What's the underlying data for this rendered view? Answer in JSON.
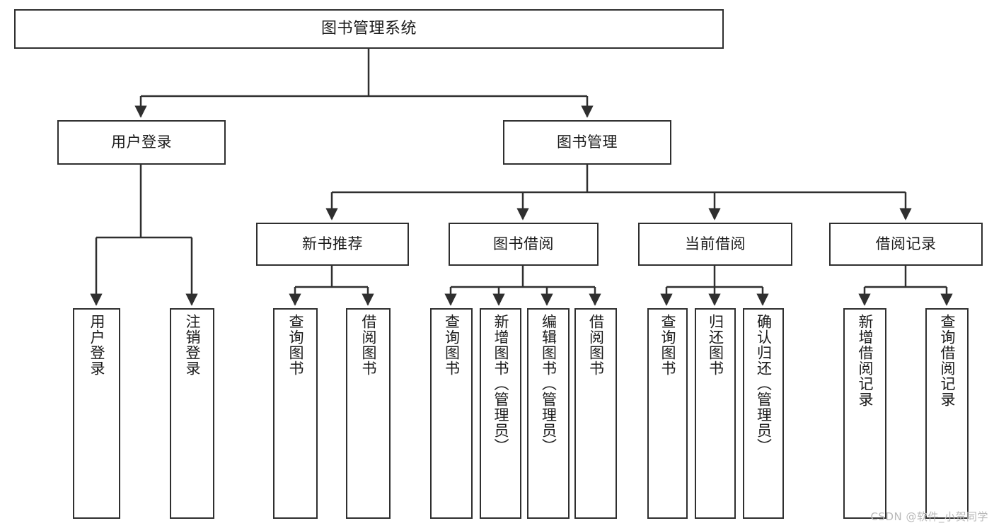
{
  "diagram": {
    "title": "图书管理系统",
    "watermark": "CSDN @软件_小贺同学",
    "root": {
      "label": "图书管理系统"
    },
    "level1": [
      {
        "label": "用户登录"
      },
      {
        "label": "图书管理"
      }
    ],
    "level2": [
      {
        "label": "新书推荐"
      },
      {
        "label": "图书借阅"
      },
      {
        "label": "当前借阅"
      },
      {
        "label": "借阅记录"
      }
    ],
    "leaves": {
      "user_login": [
        {
          "label": "用户登录"
        },
        {
          "label": "注销登录"
        }
      ],
      "new_book_recommend": [
        {
          "label": "查询图书"
        },
        {
          "label": "借阅图书"
        }
      ],
      "book_borrow": [
        {
          "label": "查询图书"
        },
        {
          "label": "新增图书（管理员）"
        },
        {
          "label": "编辑图书（管理员）"
        },
        {
          "label": "借阅图书"
        }
      ],
      "current_borrow": [
        {
          "label": "查询图书"
        },
        {
          "label": "归还图书"
        },
        {
          "label": "确认归还（管理员）"
        }
      ],
      "borrow_record": [
        {
          "label": "新增借阅记录"
        },
        {
          "label": "查询借阅记录"
        }
      ]
    },
    "colors": {
      "stroke": "#2f2f2f",
      "fill": "#ffffff",
      "text": "#1b1b1b",
      "watermark": "#b9b9b9"
    }
  }
}
